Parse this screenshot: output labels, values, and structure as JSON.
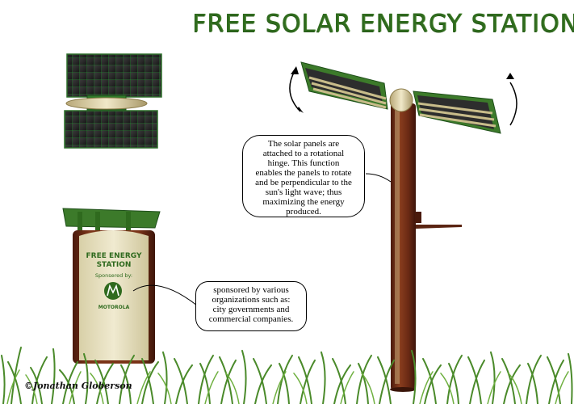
{
  "title": "FREE SOLAR ENERGY STATION",
  "callouts": {
    "rotation_line1": "The solar panels are",
    "rotation_line2": "attached to a rotational",
    "rotation_line3": "hinge. This function",
    "rotation_line4": "enables the panels to rotate",
    "rotation_line5": "and be perpendicular to the",
    "rotation_line6": "sun's light wave; thus",
    "rotation_line7": "maximizing the energy",
    "rotation_line8": "produced.",
    "sponsor_line1": "sponsored by various",
    "sponsor_line2": "organizations such as:",
    "sponsor_line3": "city governments and",
    "sponsor_line4": "commercial companies."
  },
  "kiosk": {
    "title_line1": "FREE ENERGY",
    "title_line2": "STATION",
    "sponsored_by": "Sponsered by:",
    "brand": "MOTOROLA"
  },
  "credit": "©Jonathan Globerson",
  "colors": {
    "title_green": "#2f6a1e",
    "panel_frame_green": "#3c7a2a",
    "pole_brown": "#6b2a14",
    "kiosk_cream": "#e8e2c4",
    "grass_green": "#4a8a2a"
  }
}
